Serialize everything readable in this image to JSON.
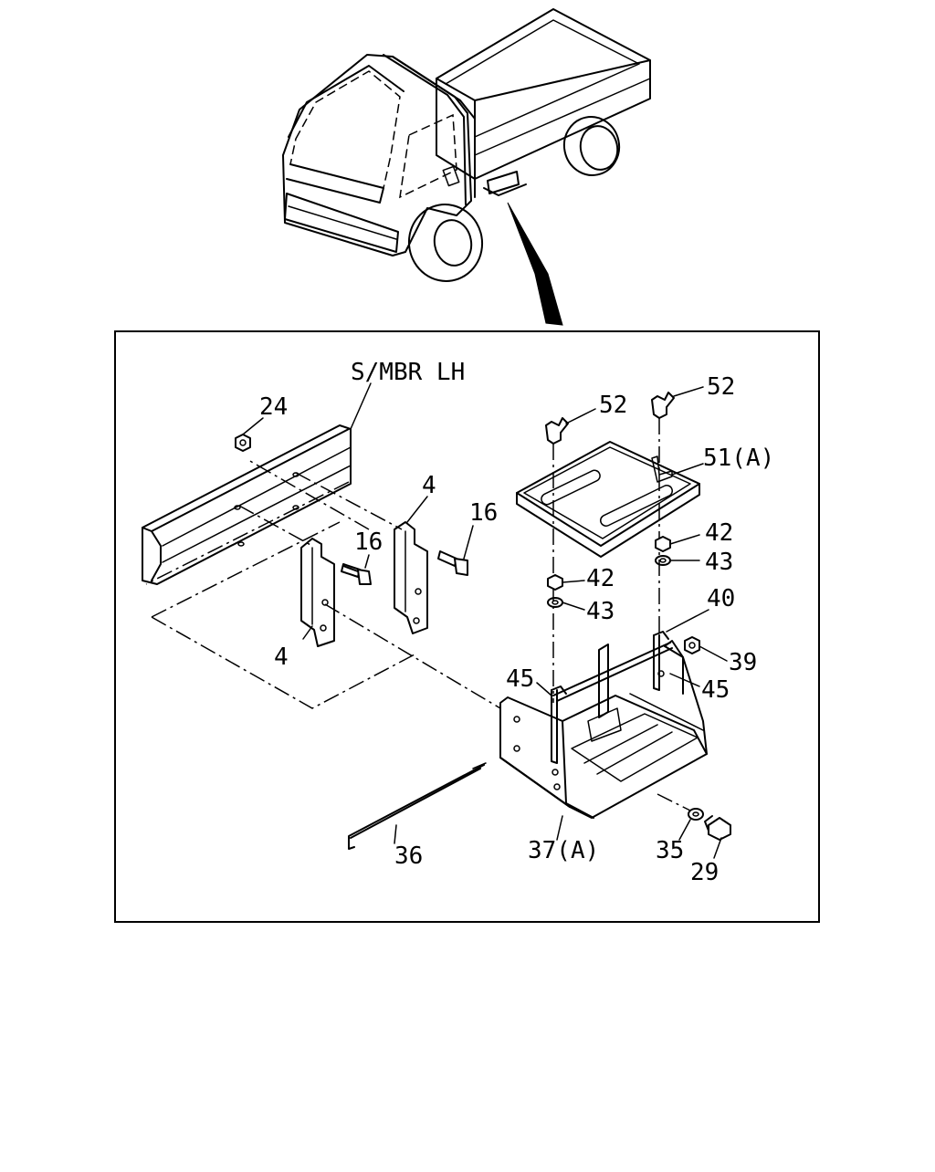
{
  "callouts": {
    "smbr": "S/MBR LH",
    "c24": "24",
    "c4_upper": "4",
    "c4_lower": "4",
    "c16_left": "16",
    "c16_right": "16",
    "c52_left": "52",
    "c52_right": "52",
    "c51": "51(A)",
    "c42_left": "42",
    "c43_left": "43",
    "c42_right": "42",
    "c43_right": "43",
    "c40": "40",
    "c39": "39",
    "c45_left": "45",
    "c45_right": "45",
    "c36": "36",
    "c37": "37(A)",
    "c35": "35",
    "c29": "29"
  }
}
